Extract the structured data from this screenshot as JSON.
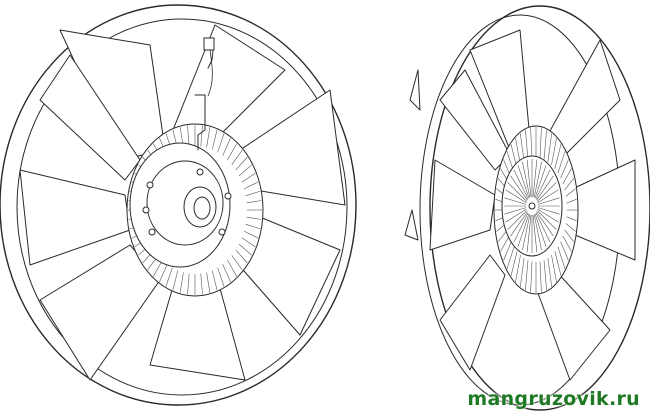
{
  "figure": {
    "views": [
      "front-view",
      "rear-view"
    ],
    "line_color": "#2a2a2a",
    "background": "#ffffff"
  },
  "watermark": {
    "text": "mangruzovik.ru",
    "color": "#1f7a24"
  }
}
